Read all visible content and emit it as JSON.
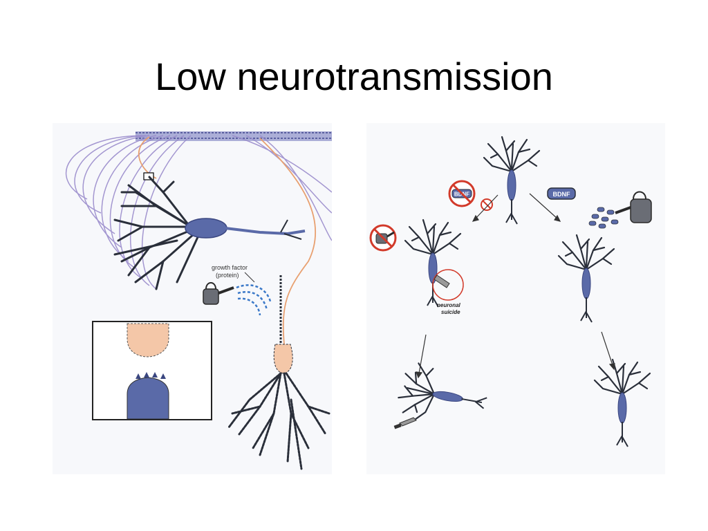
{
  "slide": {
    "title": "Low neurotransmission"
  },
  "left_panel": {
    "growth_factor_label": "growth factor",
    "protein_label": "(protein)"
  },
  "right_panel": {
    "bdnf_label": "BDNF",
    "neuronal_label": "neuronal",
    "suicide_label": "suicide"
  },
  "colors": {
    "neuron": "#5a6aa8",
    "dendrite": "#2a2f3a",
    "presynaptic": "#f4c7a8",
    "axon_orange": "#e8a070",
    "prohibit_red": "#d23a2a",
    "water_blue": "#3a78c8"
  }
}
